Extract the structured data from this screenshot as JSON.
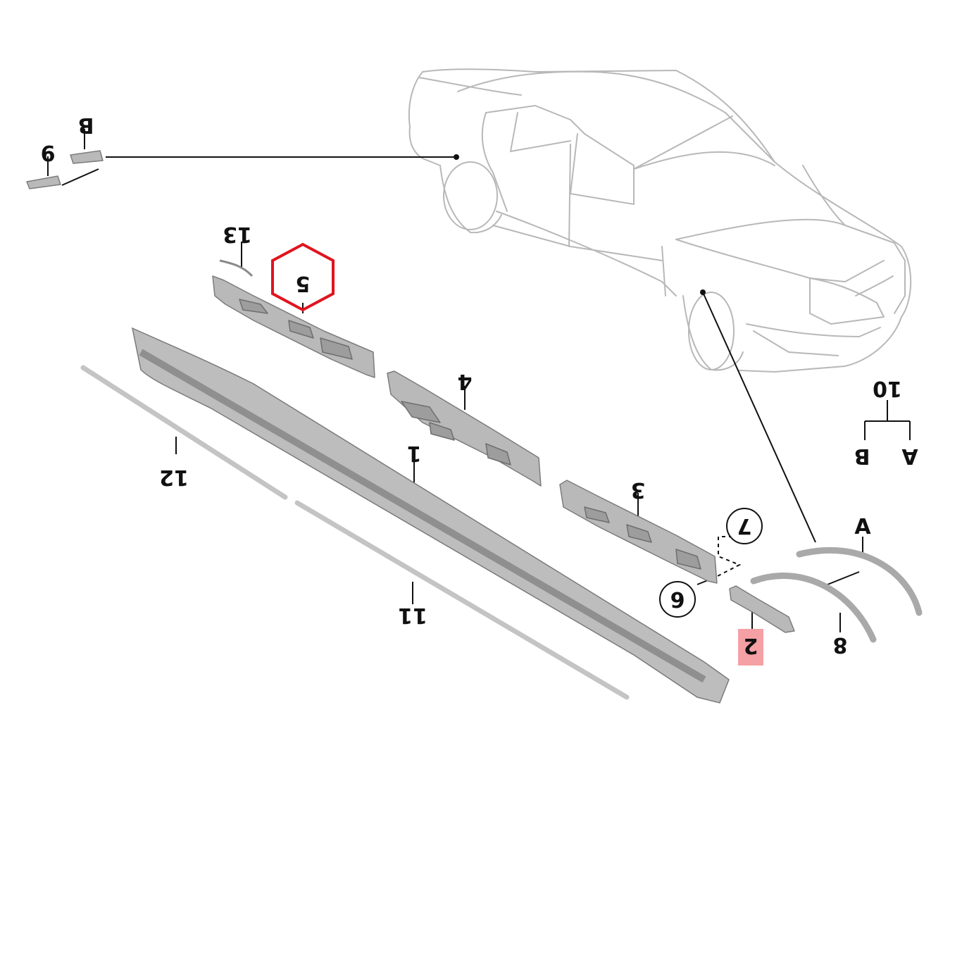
{
  "callouts": {
    "c1": "1",
    "c2": "2",
    "c3": "3",
    "c4": "4",
    "c5": "5",
    "c6": "6",
    "c7": "7",
    "c8": "8",
    "c9": "9",
    "c10": "10",
    "c11": "11",
    "c12": "12",
    "c13": "13",
    "refA1": "A",
    "refA2": "A",
    "refB1": "B",
    "refB2": "B"
  },
  "highlights": {
    "hexagon_color": "#e0141e",
    "box_color": "#f4a0a4"
  }
}
